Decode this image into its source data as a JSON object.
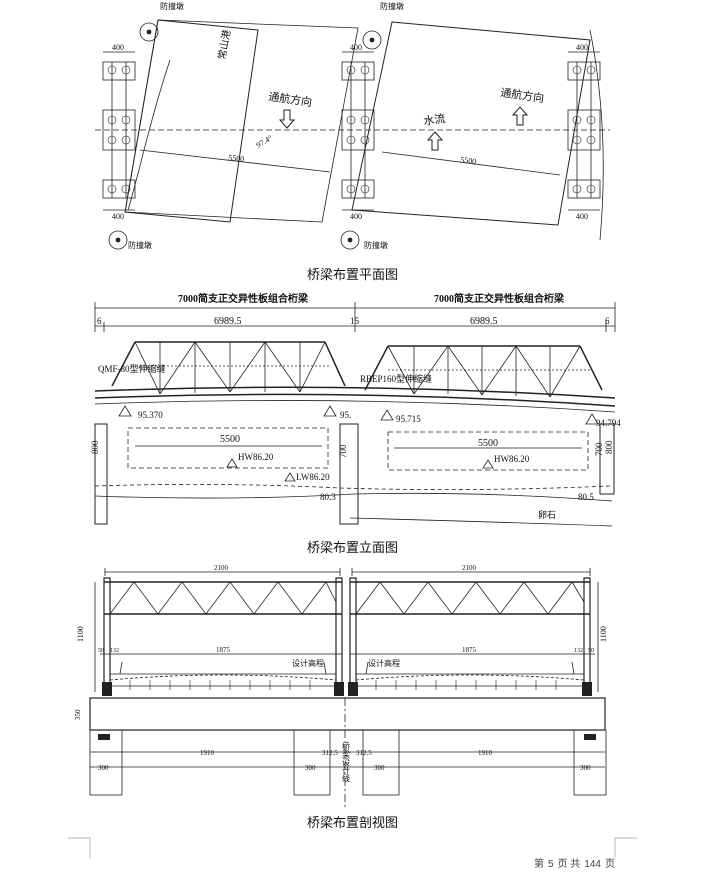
{
  "plan": {
    "caption": "桥梁布置平面图",
    "fender": "防撞墩",
    "dim_400": "400",
    "dim_5500": "5500",
    "angle": "97.4°",
    "river_bank": "常山港",
    "nav_direction": "通航方向",
    "water_flow": "水流"
  },
  "elevation": {
    "caption": "桥梁布置立面图",
    "span_title": "7000简支正交异性板组合桁梁",
    "dim_6": "6",
    "dim_15": "15",
    "dim_6989": "6989.5",
    "dim_5500": "5500",
    "bearing_left": "QMF-80型伸缩缝",
    "bearing_mid": "RBEP160型伸缩缝",
    "elev_left": "95.370",
    "elev_mid": "95.715",
    "elev_pier": "95.",
    "elev_right": "94.794",
    "hw": "HW86.20",
    "lw": "LW86.20",
    "bottom_left": "80.3",
    "bottom_right": "80.5",
    "dim_800": "800",
    "dim_700": "700",
    "rock": "卵石"
  },
  "section": {
    "caption": "桥梁布置剖视图",
    "dim_2100": "2100",
    "dim_1875": "1875",
    "dim_1100": "1100",
    "dim_132": "132",
    "dim_50": "50",
    "dim_350": "350",
    "dim_1910": "1910",
    "dim_3125": "312.5",
    "dim_300": "300",
    "design_elev": "设计高程",
    "centerline": "桥梁设计线"
  },
  "footer": {
    "prefix": "第",
    "page": "5",
    "mid": "页 共",
    "total": "144",
    "suffix": "页"
  }
}
